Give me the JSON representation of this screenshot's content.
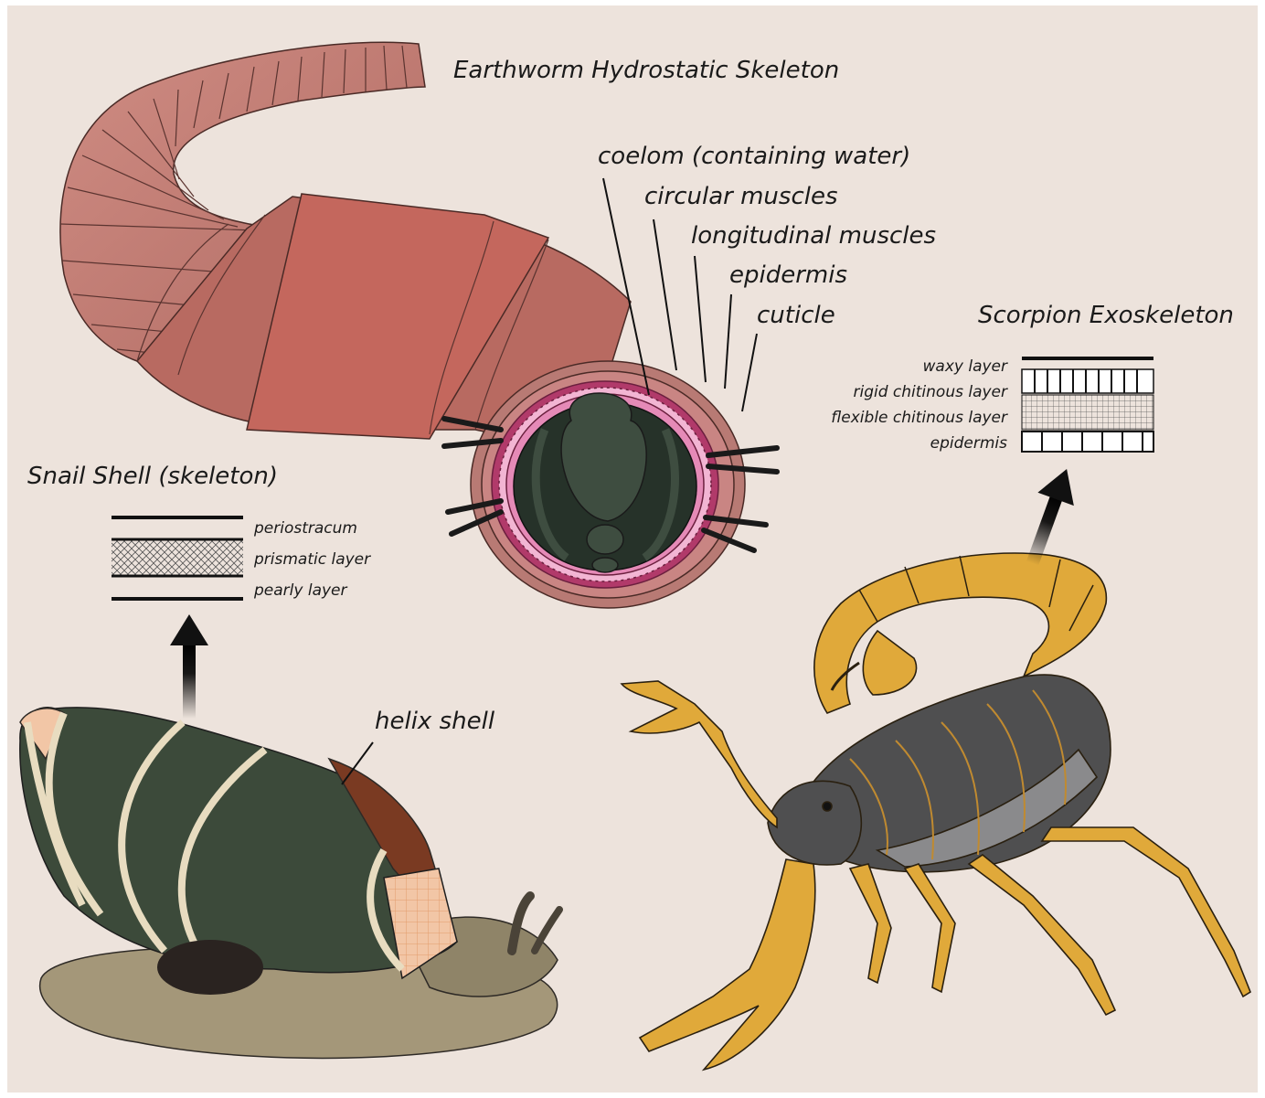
{
  "colors": {
    "panel_background": "#ede3dc",
    "worm_skin": "#c07a72",
    "worm_cut": "#c4675d",
    "coelom": "#263229",
    "gut": "#3e4d40",
    "muscle_pink": "#f2b5d3",
    "muscle_magenta": "#b13a6a",
    "scorpion_yellow": "#e0a93a",
    "scorpion_dark": "#4f4f50",
    "snail_shell": "#7a3a22",
    "snail_body": "#a49779"
  },
  "earthworm": {
    "title": "Earthworm Hydrostatic Skeleton",
    "labels": {
      "coelom": "coelom (containing water)",
      "circular": "circular muscles",
      "longitudinal": "longitudinal muscles",
      "epidermis": "epidermis",
      "cuticle": "cuticle"
    }
  },
  "snail": {
    "title": "Snail Shell (skeleton)",
    "layers": [
      "periostracum",
      "prismatic layer",
      "pearly layer"
    ],
    "shell_label": "helix shell"
  },
  "scorpion": {
    "title": "Scorpion Exoskeleton",
    "layers": [
      "waxy layer",
      "rigid chitinous layer",
      "flexible chitinous layer",
      "epidermis"
    ]
  },
  "icons": [
    "earthworm-illustration",
    "snail-illustration",
    "scorpion-illustration",
    "arrow-up-icon"
  ]
}
